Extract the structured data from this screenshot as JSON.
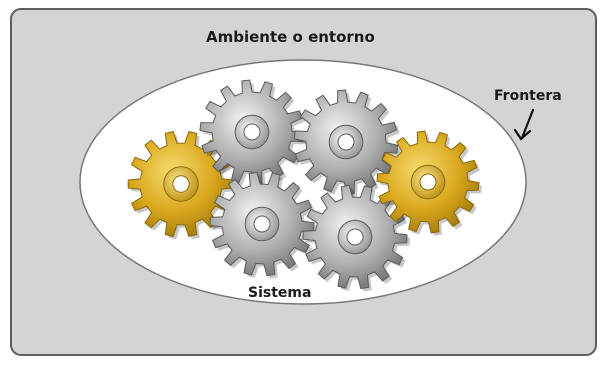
{
  "diagram": {
    "environment_label": "Ambiente o entorno",
    "boundary_label": "Frontera",
    "system_label": "Sistema"
  },
  "gears": [
    {
      "name": "gear-gold-left",
      "color": "gold"
    },
    {
      "name": "gear-silver-top-left",
      "color": "silver"
    },
    {
      "name": "gear-silver-bottom-left",
      "color": "silver"
    },
    {
      "name": "gear-silver-top-right",
      "color": "silver"
    },
    {
      "name": "gear-silver-bottom-right",
      "color": "silver"
    },
    {
      "name": "gear-gold-right",
      "color": "gold"
    }
  ],
  "colors": {
    "environment_fill": "#d4d4d4",
    "environment_border": "#5e5e5e",
    "boundary_fill": "#ffffff",
    "gold_light": "#f2cc46",
    "gold_mid": "#d6a51a",
    "gold_dark": "#8a6a0a",
    "silver_light": "#e9e9e9",
    "silver_mid": "#a9a9a9",
    "silver_dark": "#5c5c5c"
  }
}
